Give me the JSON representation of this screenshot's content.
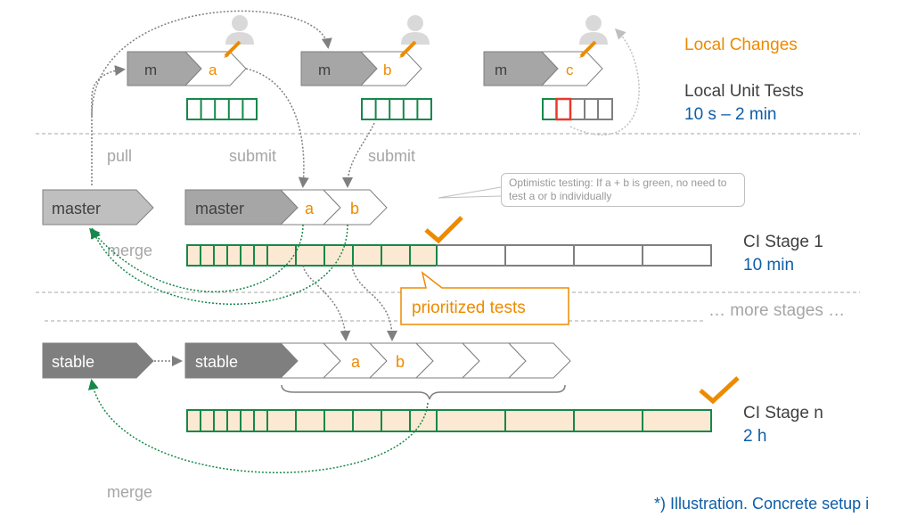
{
  "colors": {
    "orange": "#ED8B00",
    "green": "#16884A",
    "green_fill": "#FCE9D4",
    "blue": "#0E5EA8",
    "gray_dark": "#7F7F7F",
    "gray_mid": "#A6A6A6",
    "gray_light": "#BFBFBF",
    "red": "#E53A2C"
  },
  "legend": {
    "local_changes": "Local Changes",
    "local_unit_tests": "Local Unit Tests",
    "local_unit_tests_time": "10 s – 2 min"
  },
  "developers": [
    {
      "base": "m",
      "change": "a"
    },
    {
      "base": "m",
      "change": "b"
    },
    {
      "base": "m",
      "change": "c"
    }
  ],
  "arrows": {
    "pull": "pull",
    "submit_1": "submit",
    "submit_2": "submit",
    "merge_1": "merge",
    "merge_2": "merge"
  },
  "branches": {
    "master": "master",
    "stable": "stable"
  },
  "stage1": {
    "master_label": "master",
    "chev_a": "a",
    "chev_b": "b",
    "title": "CI Stage 1",
    "time": "10 min"
  },
  "callout": {
    "text": "Optimistic testing: If a + b is green, no need to test a or b individually"
  },
  "prioritized": "prioritized tests",
  "more_stages": "… more stages …",
  "stagen": {
    "stable_label": "stable",
    "chev_a": "a",
    "chev_b": "b",
    "title": "CI Stage n",
    "time": "2 h"
  },
  "footnote": "*) Illustration. Concrete setup i"
}
